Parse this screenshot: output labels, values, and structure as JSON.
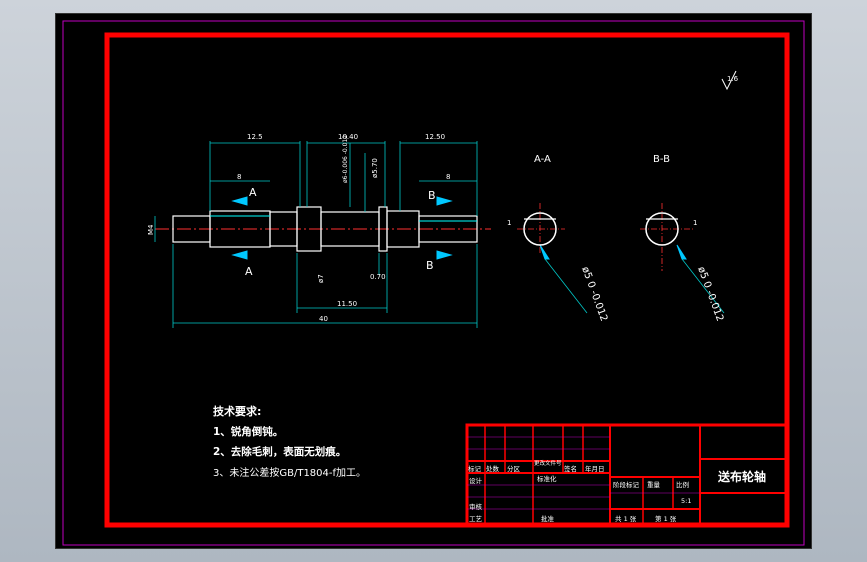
{
  "drawing": {
    "part_name": "送布轮轴",
    "roughness_symbol": "√",
    "roughness_value": "1.6",
    "dimensions": {
      "top_left": "12.5",
      "top_mid": "10.40",
      "top_right": "12.50",
      "left_inner": "8",
      "right_inner": "8",
      "bottom_mid": "11.50",
      "overall": "40",
      "left_dia": "M4",
      "tol_a": "ø6-0.006\n-0.012",
      "dia_b": "ø5.70",
      "dia_c": "ø7",
      "gap": "0.70",
      "section_dia_a": "ø5 0\n-0.012",
      "section_dia_b": "ø5 0\n-0.012",
      "flat": "1"
    },
    "section_labels": {
      "a_top": "A",
      "a_bottom": "A",
      "b_top": "B",
      "b_bottom": "B",
      "sec_a": "A-A",
      "sec_b": "B-B"
    },
    "tech_requirements": {
      "title": "技术要求:",
      "items": [
        "1、锐角倒钝。",
        "2、去除毛刺，表面无划痕。",
        "3、未注公差按GB/T1804-f加工。"
      ]
    },
    "title_block": {
      "labels_row": [
        "标记",
        "处数",
        "分区",
        "更改文件号",
        "签名",
        "年月日"
      ],
      "design": "设计",
      "standard": "标准化",
      "review": "审核",
      "process": "工艺",
      "approve": "批准",
      "stage_label": "阶段标记",
      "weight_label": "重量",
      "scale_label": "比例",
      "scale_value": "5:1",
      "sheets": "共 1 张",
      "sheet_no": "第 1 张"
    }
  }
}
